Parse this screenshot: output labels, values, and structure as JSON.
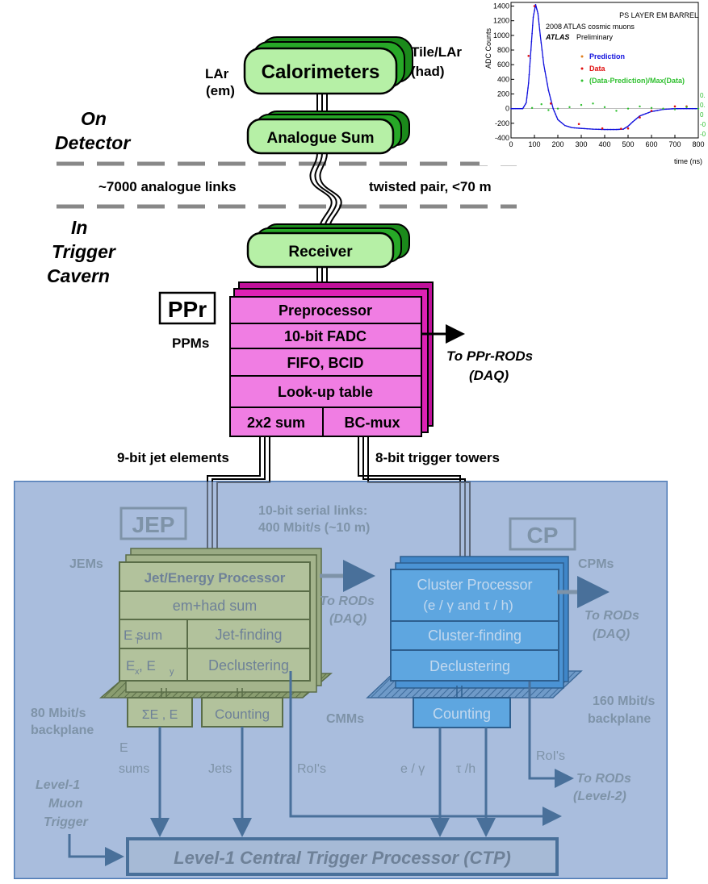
{
  "top": {
    "lar_em": [
      "LAr",
      "(em)"
    ],
    "tile_lar": [
      "Tile/LAr",
      "(had)"
    ],
    "calorimeters": "Calorimeters",
    "analogue_sum": "Analogue Sum",
    "on_detector": [
      "On",
      "Detector"
    ],
    "analogue_links": "~7000 analogue links",
    "twisted_pair": "twisted pair, <70 m",
    "in_trigger_cavern": [
      "In",
      "Trigger",
      "Cavern"
    ],
    "receiver": "Receiver"
  },
  "ppr": {
    "tag": "PPr",
    "ppms": "PPMs",
    "rows": [
      "Preprocessor",
      "10-bit FADC",
      "FIFO, BCID",
      "Look-up table"
    ],
    "sum": "2x2 sum",
    "bcmux": "BC-mux",
    "to_rods": [
      "To  PPr-RODs",
      "(DAQ)"
    ]
  },
  "links": {
    "jet_elements": "9-bit jet elements",
    "trigger_towers": "8-bit trigger towers",
    "serial": [
      "10-bit serial links:",
      "400 Mbit/s  (~10 m)"
    ]
  },
  "jep": {
    "tag": "JEP",
    "jems": "JEMs",
    "title": "Jet/Energy Processor",
    "emhad": "em+had sum",
    "etsum": "E  sum",
    "etsum_sub": "T",
    "jetfinding": "Jet-finding",
    "exey": "E , E",
    "exey_sub1": "x",
    "exey_sub2": "y",
    "declustering": "Declustering",
    "to_rods": [
      "To RODs",
      "(DAQ)"
    ],
    "bp": [
      "80 Mbit/s",
      "backplane"
    ],
    "sumet": "ΣE , E",
    "counting": "Counting",
    "et_sums": [
      "E",
      "sums"
    ],
    "jets": "Jets",
    "rois": "RoI's"
  },
  "cp": {
    "tag": "CP",
    "cpms": "CPMs",
    "title": [
      "Cluster Processor",
      "(e / γ  and τ / h)"
    ],
    "clusterfinding": "Cluster-finding",
    "declustering": "Declustering",
    "to_rods_daq": [
      "To RODs",
      "(DAQ)"
    ],
    "bp": [
      "160 Mbit/s",
      "backplane"
    ],
    "cmms": "CMMs",
    "counting": "Counting",
    "rois": "RoI's",
    "to_rods_l2": [
      "To RODs",
      "(Level-2)"
    ],
    "egamma": "e / γ",
    "tauh": "τ /h"
  },
  "muon": [
    "Level-1",
    "Muon",
    "Trigger"
  ],
  "ctp": "Level-1 Central Trigger Processor (CTP)",
  "inset": {
    "ylabel": "ADC Counts",
    "xlabel": "time (ns)",
    "title": "PS LAYER EM BARREL",
    "caption": "2008 ATLAS cosmic muons",
    "atlas": "ATLAS",
    "preliminary": "Preliminary",
    "legend": [
      "Prediction",
      "Data",
      "(Data-Prediction)/Max(Data)"
    ],
    "yticks": [
      "1400",
      "1200",
      "1000",
      "800",
      "600",
      "400",
      "200",
      "0",
      "-200",
      "-400"
    ],
    "xticks": [
      "0",
      "100",
      "200",
      "300",
      "400",
      "500",
      "600",
      "700",
      "800"
    ],
    "right_ticks": [
      "0.",
      "0.",
      "0",
      "-0",
      "-0"
    ],
    "colors": {
      "prediction": "#1010dd",
      "data": "#e01010",
      "ratio": "#30c030"
    }
  },
  "chart_data": {
    "type": "line",
    "title": "PS LAYER EM BARREL",
    "xlabel": "time (ns)",
    "ylabel": "ADC Counts",
    "xlim": [
      0,
      800
    ],
    "ylim": [
      -400,
      1450
    ],
    "series": [
      {
        "name": "Prediction",
        "x": [
          0,
          25,
          50,
          65,
          75,
          85,
          95,
          105,
          115,
          125,
          140,
          160,
          180,
          200,
          230,
          260,
          300,
          350,
          400,
          450,
          480,
          500,
          520,
          550,
          600,
          650,
          700,
          750,
          800
        ],
        "values": [
          0,
          0,
          0,
          80,
          350,
          800,
          1250,
          1420,
          1300,
          1000,
          600,
          250,
          0,
          -150,
          -230,
          -260,
          -270,
          -280,
          -285,
          -285,
          -280,
          -240,
          -180,
          -100,
          -40,
          -10,
          0,
          0,
          0
        ]
      },
      {
        "name": "Data",
        "x": [
          75,
          100,
          170,
          290,
          390,
          470,
          500,
          550,
          600,
          700,
          750
        ],
        "values": [
          720,
          1400,
          70,
          -210,
          -270,
          -275,
          -270,
          -120,
          -30,
          30,
          30
        ]
      },
      {
        "name": "(Data-Prediction)/Max(Data)",
        "x": [
          90,
          130,
          160,
          200,
          250,
          300,
          350,
          400,
          450,
          500,
          550,
          600,
          650,
          700,
          750,
          800
        ],
        "values": [
          10,
          60,
          -20,
          0,
          20,
          50,
          70,
          20,
          -30,
          0,
          30,
          10,
          0,
          -10,
          20,
          0
        ]
      }
    ]
  }
}
